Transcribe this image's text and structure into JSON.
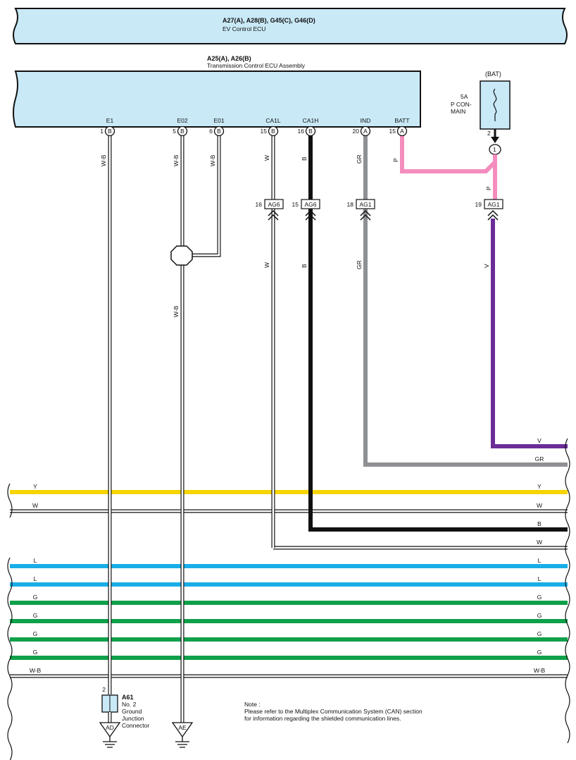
{
  "ev_ecu": {
    "codes": "A27(A), A28(B), G45(C), G46(D)",
    "name": "EV Control ECU"
  },
  "tcm": {
    "codes": "A25(A), A26(B)",
    "name": "Transmission Control ECU Assembly"
  },
  "fuse": {
    "group": "(BAT)",
    "amp": "5A",
    "name_line1": "P CON-",
    "name_line2": "MAIN",
    "pin_out": "2",
    "pin_in": "1"
  },
  "terminals": [
    {
      "name": "E1",
      "num": "1",
      "conn": "B"
    },
    {
      "name": "E02",
      "num": "5",
      "conn": "B"
    },
    {
      "name": "E01",
      "num": "6",
      "conn": "B"
    },
    {
      "name": "CA1L",
      "num": "15",
      "conn": "B"
    },
    {
      "name": "CA1H",
      "num": "16",
      "conn": "B"
    },
    {
      "name": "IND",
      "num": "20",
      "conn": "A"
    },
    {
      "name": "BATT",
      "num": "15",
      "conn": "A"
    }
  ],
  "wire_labels_upper": [
    "W-B",
    "W-B",
    "W-B",
    "W",
    "B",
    "GR",
    "P",
    "P"
  ],
  "wire_labels_lower": [
    "W-B",
    "W",
    "B",
    "GR",
    "V"
  ],
  "inline_connectors": [
    {
      "num": "16",
      "code": "AG6"
    },
    {
      "num": "15",
      "code": "AG6"
    },
    {
      "num": "18",
      "code": "AG1"
    },
    {
      "num": "19",
      "code": "AG1"
    }
  ],
  "bus_right_labels": [
    "V",
    "GR",
    "Y",
    "W",
    "B",
    "W",
    "L",
    "L",
    "G",
    "G",
    "G",
    "G",
    "W-B"
  ],
  "bus_left_labels": [
    "Y",
    "W",
    "L",
    "L",
    "G",
    "G",
    "G",
    "G",
    "W-B"
  ],
  "junction": {
    "pin": "2",
    "code": "A61",
    "line1": "No. 2",
    "line2": "Ground",
    "line3": "Junction",
    "line4": "Connector"
  },
  "grounds": [
    "AD",
    "AE"
  ],
  "note": {
    "title": "Note :",
    "line1": "Please refer to the Multiplex Communication System (CAN) section",
    "line2": "for information regarding the shielded communication lines."
  },
  "colors": {
    "ecu_fill": "#c9e9f7",
    "Y": "#f5d400",
    "L": "#19aee8",
    "G": "#0fa04a",
    "P": "#f48cbe",
    "V": "#6b2c96",
    "GR": "#8e9093",
    "B": "#111111"
  }
}
